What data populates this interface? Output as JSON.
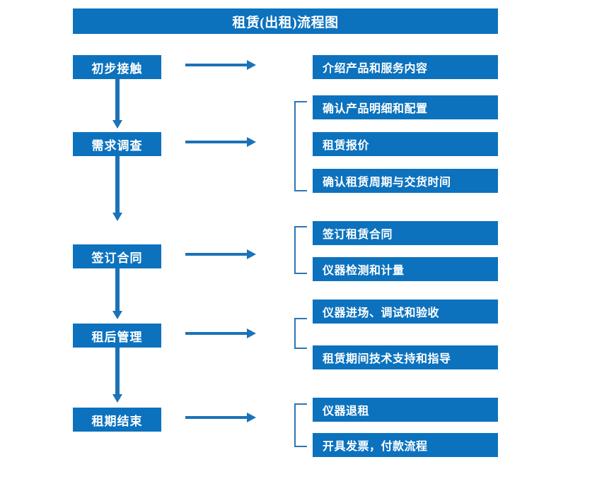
{
  "header": {
    "title": "租赁(出租)流程图"
  },
  "colors": {
    "box_fill": "#0C72BE",
    "box_text": "#FFFFFF",
    "arrow": "#1B72B8",
    "bracket": "#2E75B6",
    "background": "#FFFFFF"
  },
  "chart_data": {
    "type": "diagram",
    "title": "租赁(出租)流程图",
    "orientation": "top-to-bottom",
    "stages": [
      {
        "label": "初步接触",
        "details": [
          "介绍产品和服务内容"
        ],
        "grouped": false
      },
      {
        "label": "需求调查",
        "details": [
          "确认产品明细和配置",
          "租赁报价",
          "确认租赁周期与交货时间"
        ],
        "grouped": true
      },
      {
        "label": "签订合同",
        "details": [
          "签订租赁合同",
          "仪器检测和计量"
        ],
        "grouped": true
      },
      {
        "label": "租后管理",
        "details": [
          "仪器进场、调试和验收",
          "租赁期间技术支持和指导"
        ],
        "grouped": true
      },
      {
        "label": "租期结束",
        "details": [
          "仪器退租",
          "开具发票，付款流程"
        ],
        "grouped": true
      }
    ]
  },
  "stages": {
    "s0": {
      "label": "初步接触"
    },
    "s1": {
      "label": "需求调查"
    },
    "s2": {
      "label": "签订合同"
    },
    "s3": {
      "label": "租后管理"
    },
    "s4": {
      "label": "租期结束"
    }
  },
  "details": {
    "d0_0": {
      "label": "介绍产品和服务内容"
    },
    "d1_0": {
      "label": "确认产品明细和配置"
    },
    "d1_1": {
      "label": "租赁报价"
    },
    "d1_2": {
      "label": "确认租赁周期与交货时间"
    },
    "d2_0": {
      "label": "签订租赁合同"
    },
    "d2_1": {
      "label": "仪器检测和计量"
    },
    "d3_0": {
      "label": "仪器进场、调试和验收"
    },
    "d3_1": {
      "label": "租赁期间技术支持和指导"
    },
    "d4_0": {
      "label": "仪器退租"
    },
    "d4_1": {
      "label": "开具发票，付款流程"
    }
  }
}
